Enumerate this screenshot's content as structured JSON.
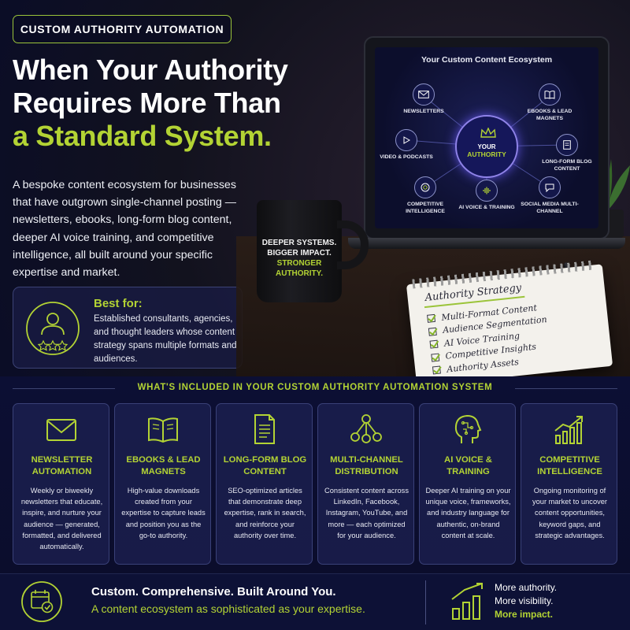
{
  "hero": {
    "badge": "CUSTOM AUTHORITY AUTOMATION",
    "headline_line1": "When Your Authority",
    "headline_line2": "Requires More Than",
    "headline_line3": "a Standard System.",
    "intro": "A bespoke content ecosystem for businesses that have outgrown single-channel posting — newsletters, ebooks, long-form blog content, deeper AI voice training, and competitive intelligence, all built around your specific expertise and market.",
    "best_for_title": "Best for:",
    "best_for_text": "Established consultants, agencies, and thought leaders whose content strategy spans multiple formats and audiences."
  },
  "screen": {
    "title": "Your Custom Content Ecosystem",
    "core_line1": "YOUR",
    "core_line2": "AUTHORITY",
    "nodes": [
      {
        "label": "NEWSLETTERS",
        "icon": "envelope-icon"
      },
      {
        "label": "EBOOKS & LEAD MAGNETS",
        "icon": "book-icon"
      },
      {
        "label": "VIDEO & PODCASTS",
        "icon": "play-icon"
      },
      {
        "label": "LONG-FORM BLOG CONTENT",
        "icon": "document-icon"
      },
      {
        "label": "COMPETITIVE INTELLIGENCE",
        "icon": "target-icon"
      },
      {
        "label": "AI VOICE & TRAINING",
        "icon": "microphone-icon"
      },
      {
        "label": "SOCIAL MEDIA MULTI-CHANNEL",
        "icon": "chat-icon"
      }
    ]
  },
  "mug": {
    "line1": "DEEPER SYSTEMS.",
    "line2": "BIGGER IMPACT.",
    "line3": "STRONGER",
    "line4": "AUTHORITY."
  },
  "notebook": {
    "title": "Authority Strategy",
    "items": [
      "Multi-Format Content",
      "Audience Segmentation",
      "AI Voice Training",
      "Competitive Insights",
      "Authority Assets"
    ]
  },
  "included": {
    "title": "WHAT'S INCLUDED IN YOUR CUSTOM AUTHORITY AUTOMATION SYSTEM",
    "cards": [
      {
        "title": "NEWSLETTER AUTOMATION",
        "icon": "envelope-icon",
        "text": "Weekly or biweekly newsletters that educate, inspire, and nurture your audience — generated, formatted, and delivered automatically."
      },
      {
        "title": "EBOOKS & LEAD MAGNETS",
        "icon": "open-book-icon",
        "text": "High-value downloads created from your expertise to capture leads and position you as the go-to authority."
      },
      {
        "title": "LONG-FORM BLOG CONTENT",
        "icon": "document-icon",
        "text": "SEO-optimized articles that demonstrate deep expertise, rank in search, and reinforce your authority over time."
      },
      {
        "title": "MULTI-CHANNEL DISTRIBUTION",
        "icon": "network-icon",
        "text": "Consistent content across LinkedIn, Facebook, Instagram, YouTube, and more — each optimized for your audience."
      },
      {
        "title": "AI VOICE & TRAINING",
        "icon": "ai-head-icon",
        "text": "Deeper AI training on your unique voice, frameworks, and industry language for authentic, on-brand content at scale."
      },
      {
        "title": "COMPETITIVE INTELLIGENCE",
        "icon": "growth-chart-icon",
        "text": "Ongoing monitoring of your market to uncover content opportunities, keyword gaps, and strategic advantages."
      }
    ]
  },
  "footer": {
    "title": "Custom. Comprehensive. Built Around You.",
    "subtitle": "A content ecosystem as sophisticated as your expertise.",
    "list1": "More authority.",
    "list2": "More visibility.",
    "list3": "More impact."
  },
  "colors": {
    "accent": "#b3d334",
    "background": "#0b0d26",
    "card": "#1e2254"
  }
}
